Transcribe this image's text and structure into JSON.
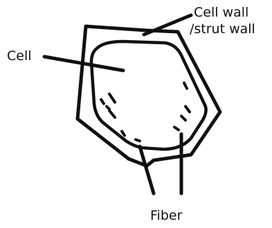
{
  "labels": {
    "cell": "Cell",
    "cell_wall_line1": "Cell wall",
    "cell_wall_line2": "/strut wall",
    "fiber": "Fiber"
  },
  "colors": {
    "ink": "#111111",
    "background": "#ffffff"
  }
}
